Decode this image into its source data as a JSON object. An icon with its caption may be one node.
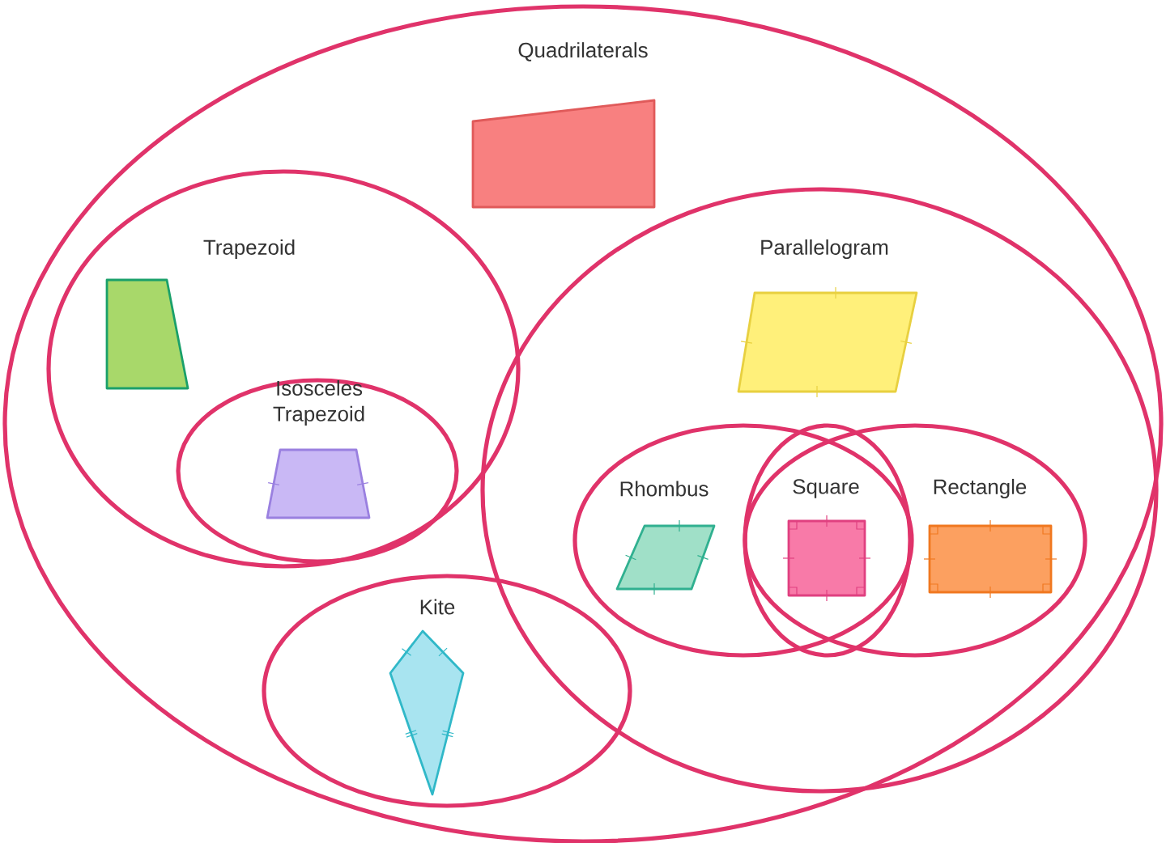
{
  "diagram": {
    "nodes": [
      {
        "text": [
          "Quadrilaterals"
        ]
      },
      {
        "text": [
          "Trapezoid"
        ],
        "in": 0
      },
      {
        "text": [
          "Isosceles Trapezoid"
        ],
        "in": 1
      },
      {
        "text": [
          "Parallelogram"
        ],
        "in": 0
      },
      {
        "text": [
          "Rhombus"
        ],
        "in": 3
      },
      {
        "text": [
          "Square"
        ]
      },
      {
        "text": [
          "Rectangle"
        ],
        "in": 3
      },
      {
        "text": [
          "Kite"
        ],
        "in": 0
      }
    ]
  }
}
